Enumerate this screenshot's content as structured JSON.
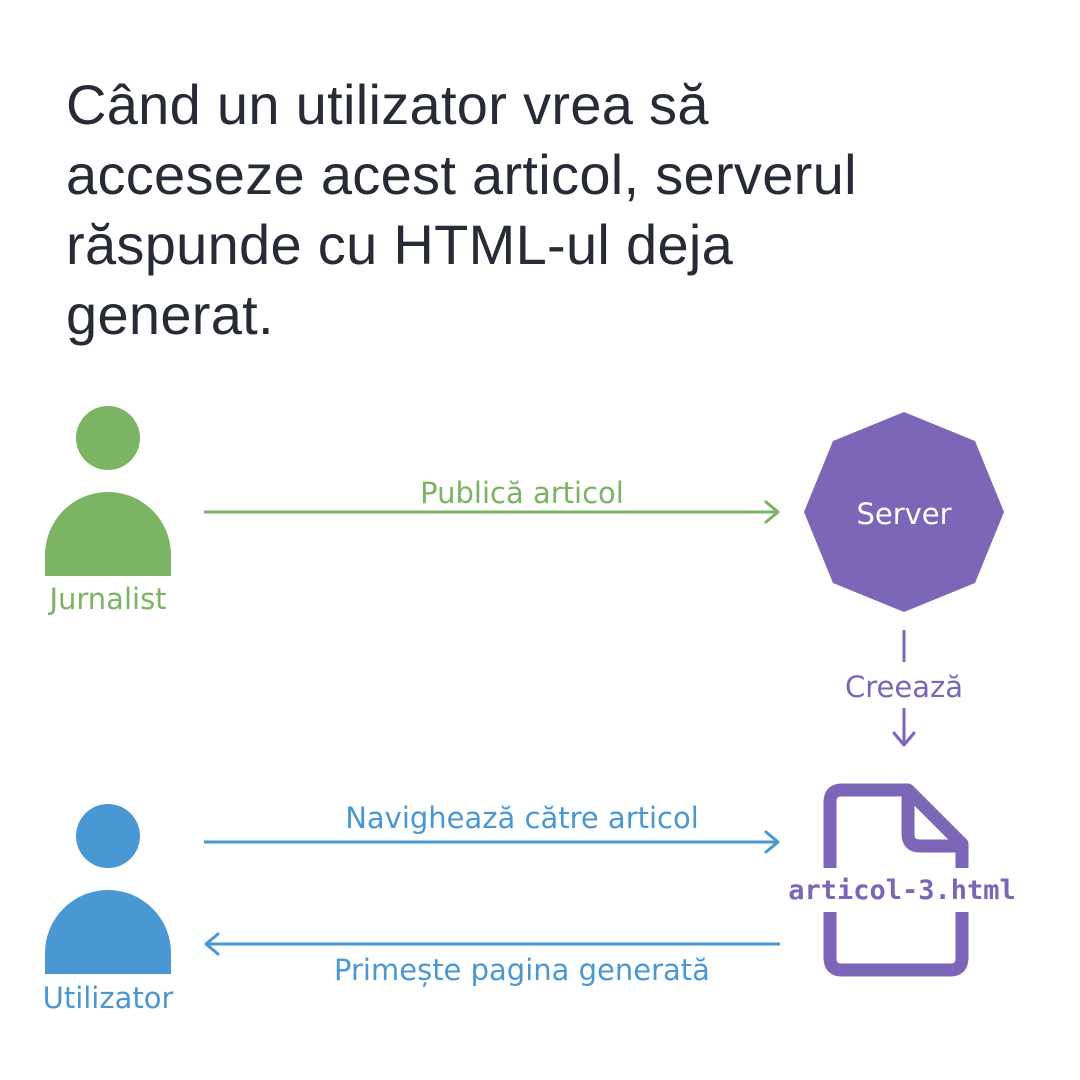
{
  "heading": {
    "lines": [
      "Când un utilizator vrea să",
      "acceseze acest articol, serverul",
      "răspunde cu HTML-ul deja",
      "generat."
    ]
  },
  "actors": {
    "journalist": {
      "label": "Jurnalist",
      "icon": "person-icon",
      "color": "#7bb462"
    },
    "user": {
      "label": "Utilizator",
      "icon": "person-icon",
      "color": "#4a98d3"
    }
  },
  "server": {
    "label": "Server",
    "shape": "octagon",
    "color": "#7b66b8"
  },
  "file": {
    "label": "articol-3.html",
    "icon": "document-icon",
    "color": "#7b66b8"
  },
  "edges": {
    "publish": "Publică articol",
    "create": "Creează",
    "navigate": "Navighează către articol",
    "receive": "Primește pagina generată"
  }
}
